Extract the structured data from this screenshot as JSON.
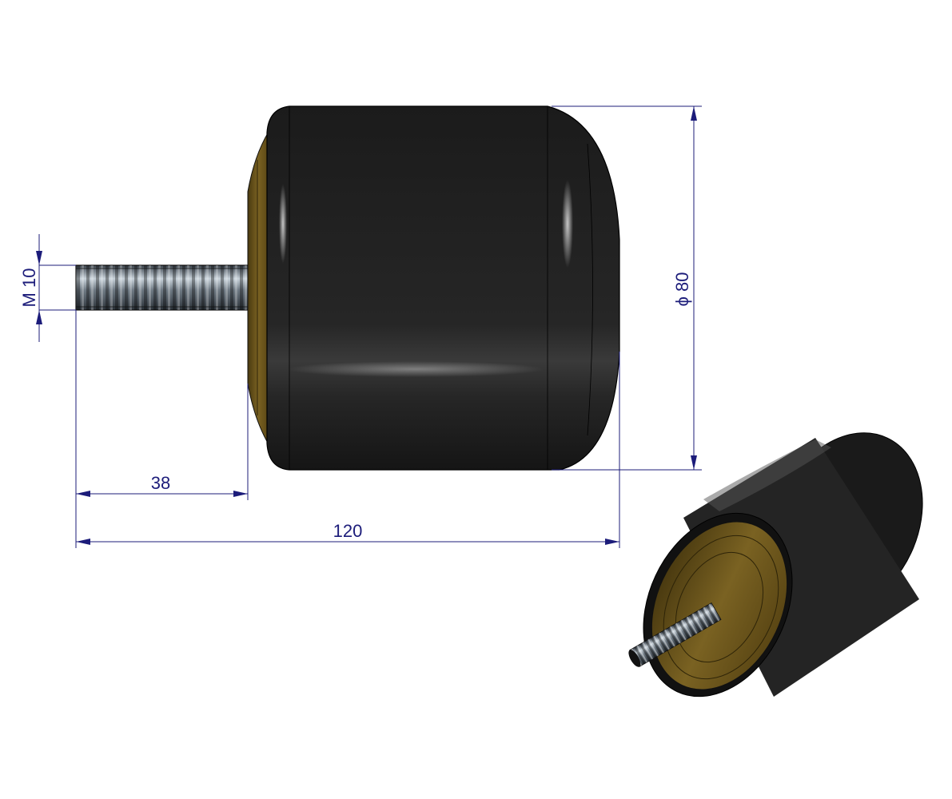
{
  "drawing": {
    "views": [
      "side-view",
      "isometric-view"
    ],
    "dimensions": {
      "thread": "M 10",
      "stud_length": "38",
      "overall_length": "120",
      "diameter": "ϕ 80"
    },
    "colors": {
      "dimension": "#1c1c7a",
      "rubber": "#222222",
      "brass_plate": "#6b5418",
      "thread": "#9aa4ad"
    }
  }
}
